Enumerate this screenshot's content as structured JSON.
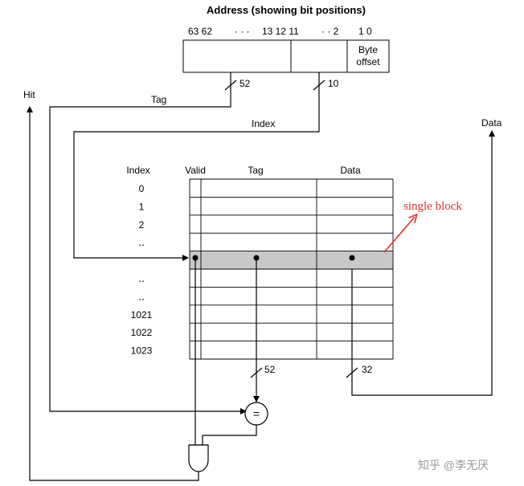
{
  "title": "Address (showing bit positions)",
  "bit_positions": {
    "left": "63 62",
    "left_dots": "· · ·",
    "mid": "13 12 11",
    "right_dots": "· · 2",
    "right": "1 0"
  },
  "address_fields": {
    "byte_offset_line1": "Byte",
    "byte_offset_line2": "offset"
  },
  "bus_widths": {
    "tag_bits": "52",
    "index_bits": "10",
    "tag_compare_bits": "52",
    "data_bits": "32"
  },
  "signals": {
    "tag": "Tag",
    "index": "Index",
    "hit": "Hit",
    "data": "Data"
  },
  "table": {
    "headers": {
      "index": "Index",
      "valid": "Valid",
      "tag": "Tag",
      "data": "Data"
    },
    "row_indices": [
      "0",
      "1",
      "2",
      "‥",
      "‥",
      "‥",
      "1021",
      "1022",
      "1023"
    ],
    "highlight_color": "#c8c8c8"
  },
  "comparator_symbol": "=",
  "annotation": {
    "text": "single block",
    "color": "#e03030"
  },
  "watermark": "知乎 @李无厌"
}
